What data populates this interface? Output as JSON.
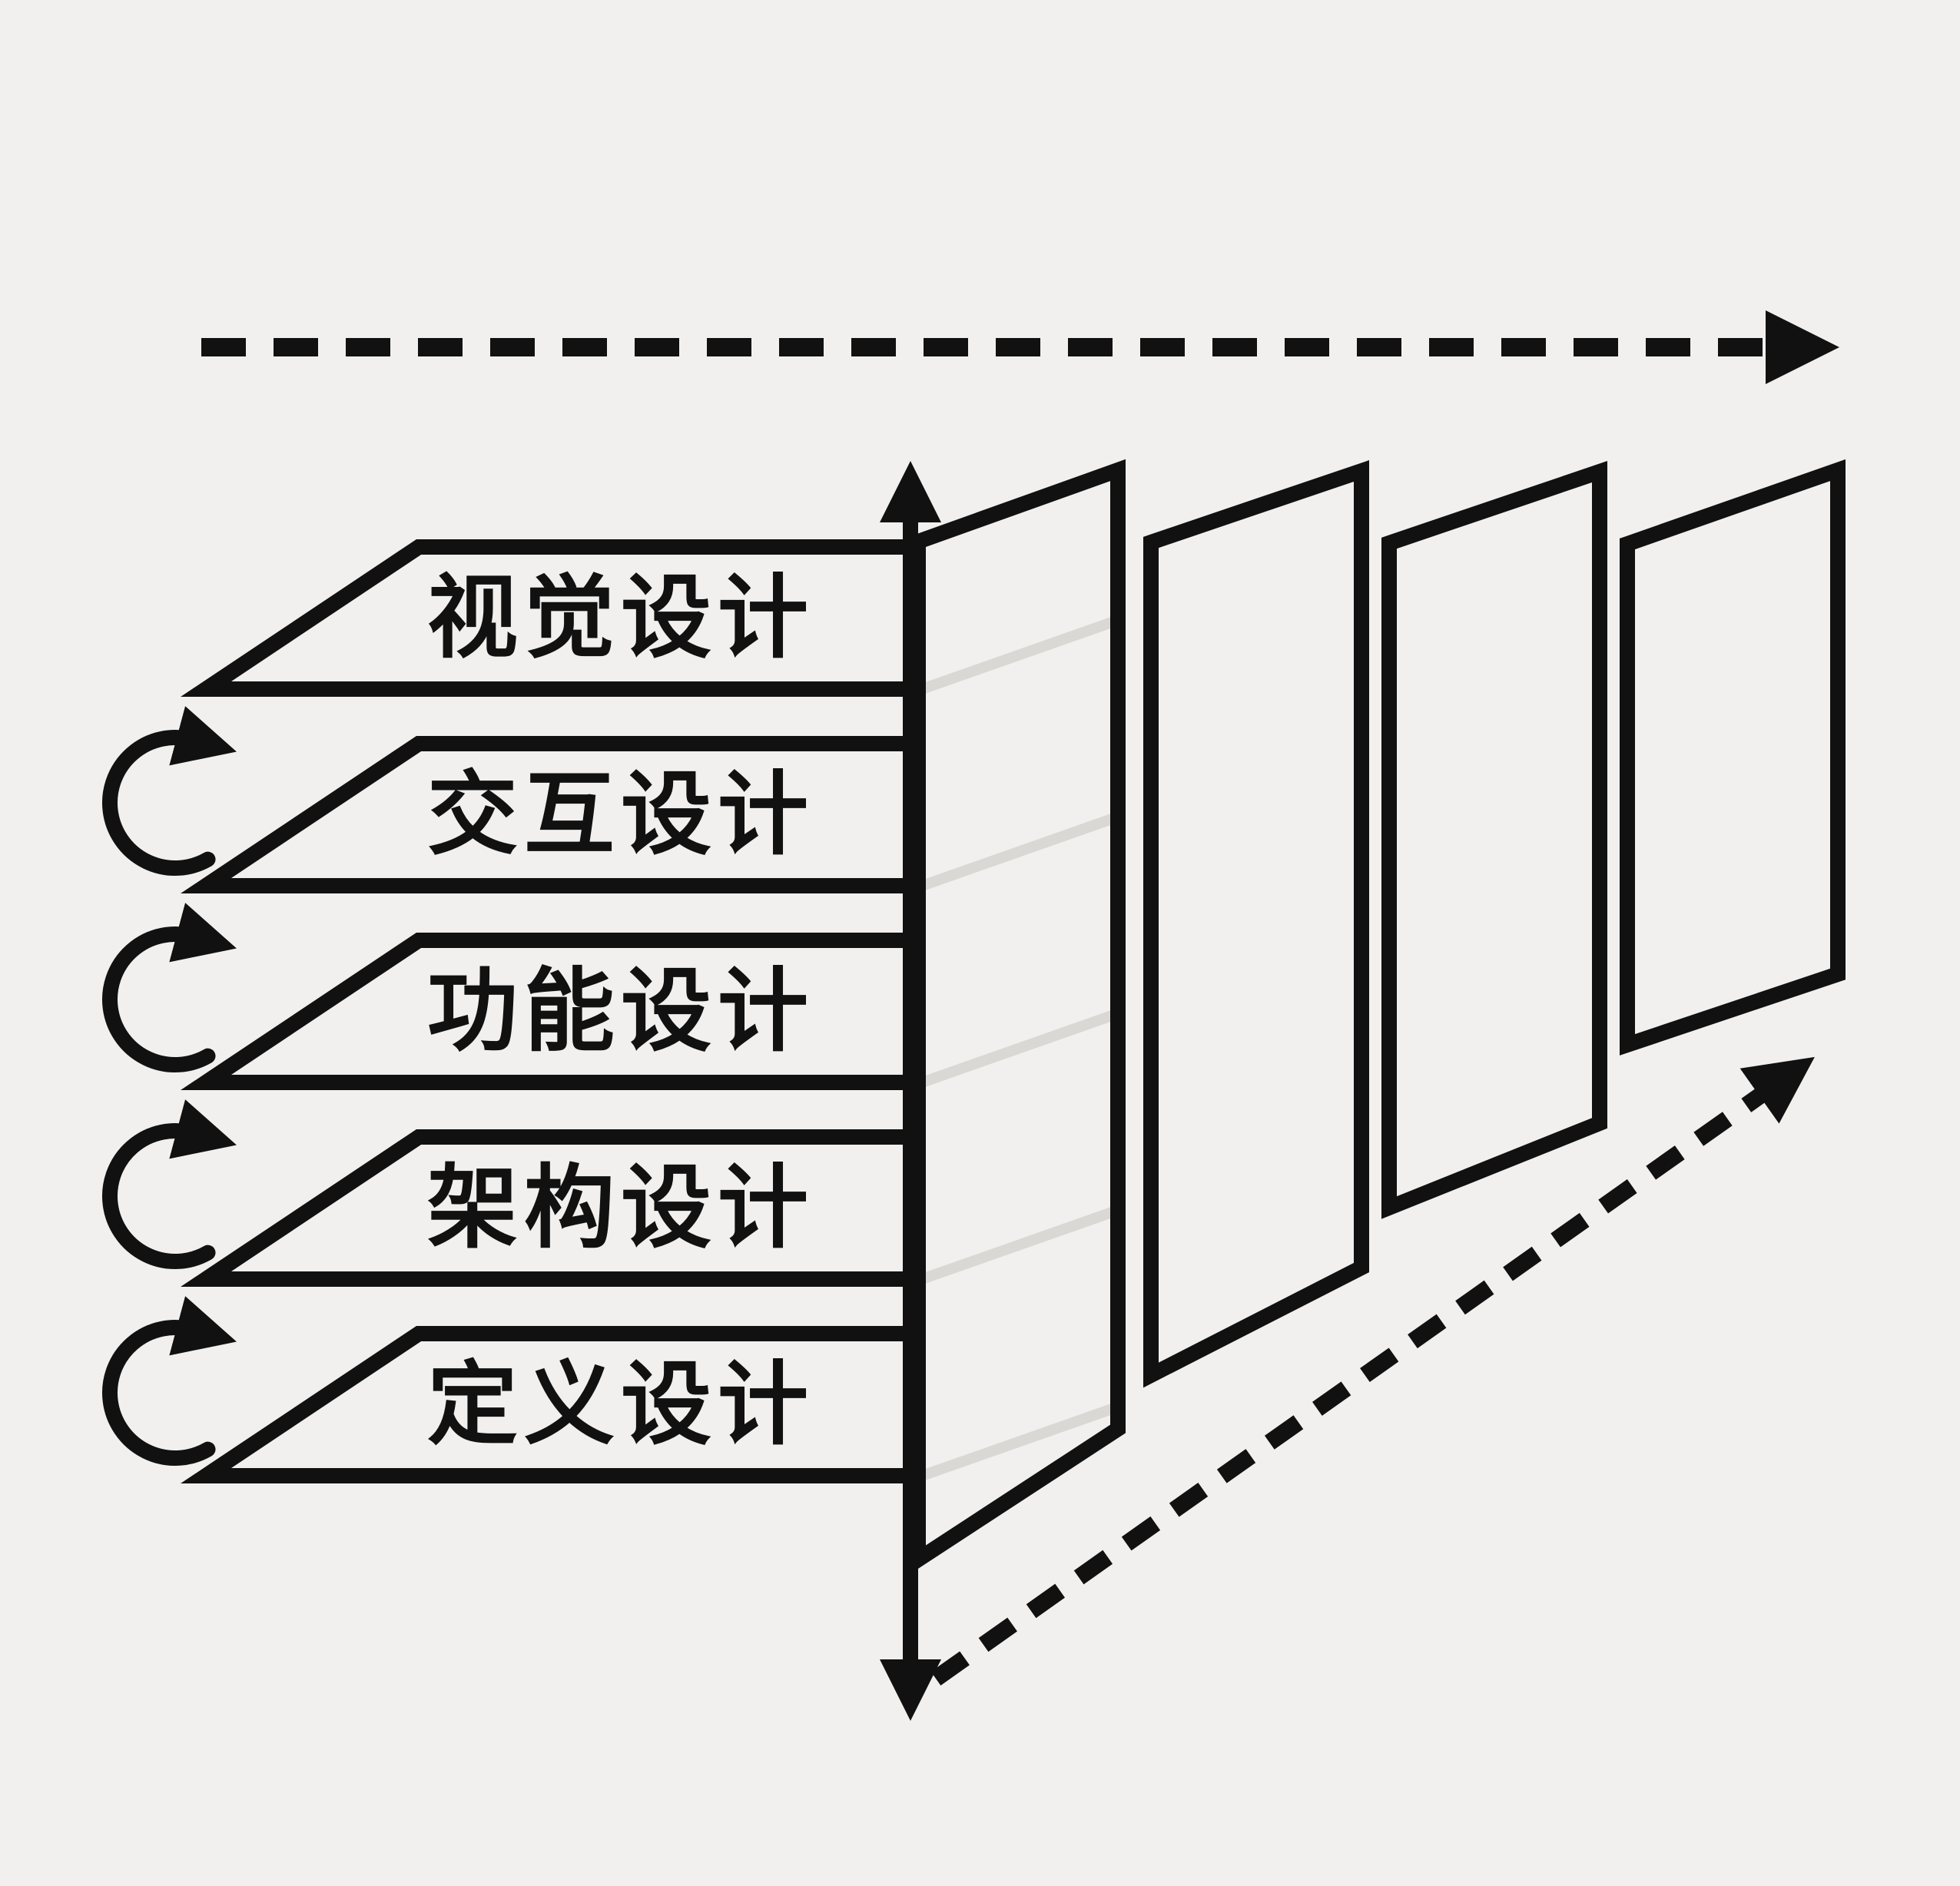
{
  "colors": {
    "background": "#f1f0ee",
    "ink": "#111111",
    "depth_line": "#d9d8d5"
  },
  "layers": [
    {
      "label": "视觉设计"
    },
    {
      "label": "交互设计"
    },
    {
      "label": "功能设计"
    },
    {
      "label": "架构设计"
    },
    {
      "label": "定义设计"
    }
  ],
  "icons": {
    "horizontal_axis": "dashed-arrow-right",
    "vertical_axis": "double-headed-arrow",
    "depth_axis": "dashed-arrow-diagonal",
    "iteration_arrow": "curved-arrow-up"
  },
  "panels": {
    "count": 4
  }
}
